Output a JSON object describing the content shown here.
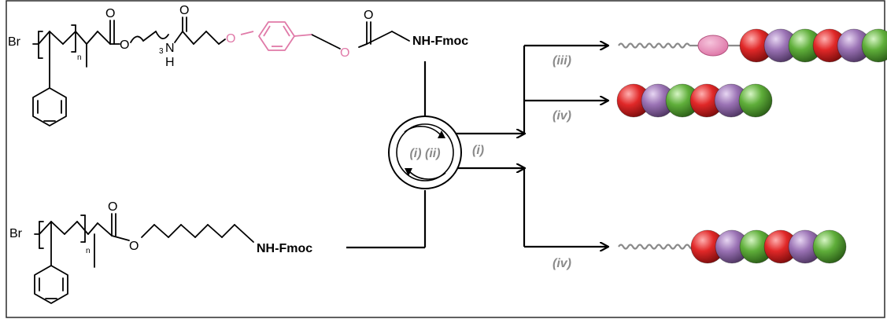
{
  "molecule_top": {
    "br": "Br",
    "n": "n",
    "o1": "O",
    "o2": "O",
    "three": "3",
    "n_atom": "N",
    "h_atom": "H",
    "o3": "O",
    "o_pink": "O",
    "o4": "O",
    "o5": "O",
    "nh_fmoc": "NH-Fmoc"
  },
  "molecule_bottom": {
    "br": "Br",
    "n": "n",
    "o1": "O",
    "o2": "O",
    "nh_fmoc": "NH-Fmoc"
  },
  "cycle_label": "(i) (ii)",
  "steps": {
    "i": "(i)",
    "iii": "(iii)",
    "iv_top": "(iv)",
    "iv_bottom": "(iv)"
  },
  "colors": {
    "red": "#e02828",
    "purple": "#9a72b4",
    "green": "#5fae3a",
    "linker_pink": "#e07aa8",
    "chain_gray": "#8a8a8a"
  },
  "bead_rows": [
    [
      "red",
      "purple",
      "green",
      "red",
      "purple",
      "green"
    ],
    [
      "red",
      "purple",
      "green",
      "red",
      "purple",
      "green"
    ],
    [
      "red",
      "purple",
      "green",
      "red",
      "purple",
      "green"
    ]
  ]
}
